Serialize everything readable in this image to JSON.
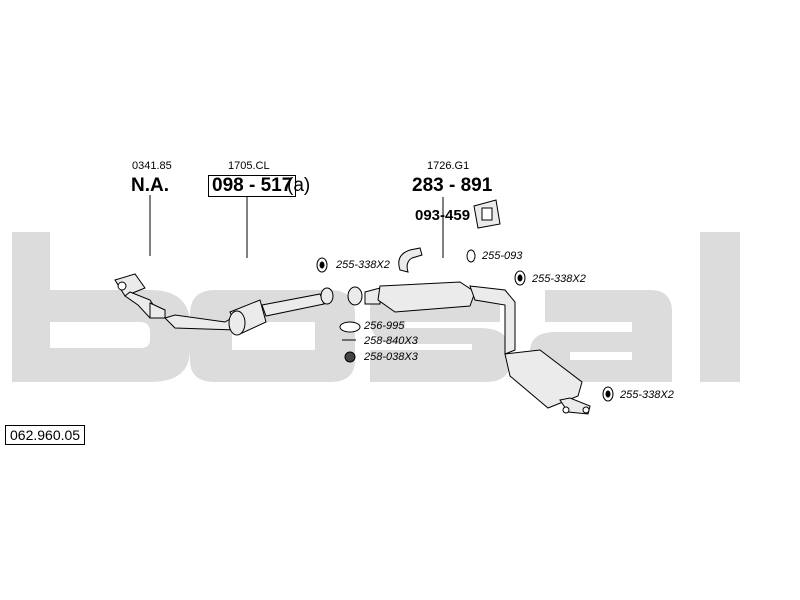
{
  "diagram": {
    "brand_watermark": "bosal",
    "document_number": "062.960.05",
    "parts": [
      {
        "ref": "0341.85",
        "code": "N.A.",
        "suffix": ""
      },
      {
        "ref": "1705.CL",
        "code": "098 - 517",
        "suffix": "(a)"
      },
      {
        "ref": "1726.G1",
        "code": "283 - 891",
        "suffix": ""
      }
    ],
    "hanger_code": "093-459",
    "callouts": [
      "255-338X2",
      "255-093",
      "255-338X2",
      "256-995",
      "258-840X3",
      "258-038X3",
      "255-338X2"
    ]
  },
  "colors": {
    "watermark": "#d9d9d9",
    "line": "#000000",
    "part_fill": "#e8e8e8"
  }
}
